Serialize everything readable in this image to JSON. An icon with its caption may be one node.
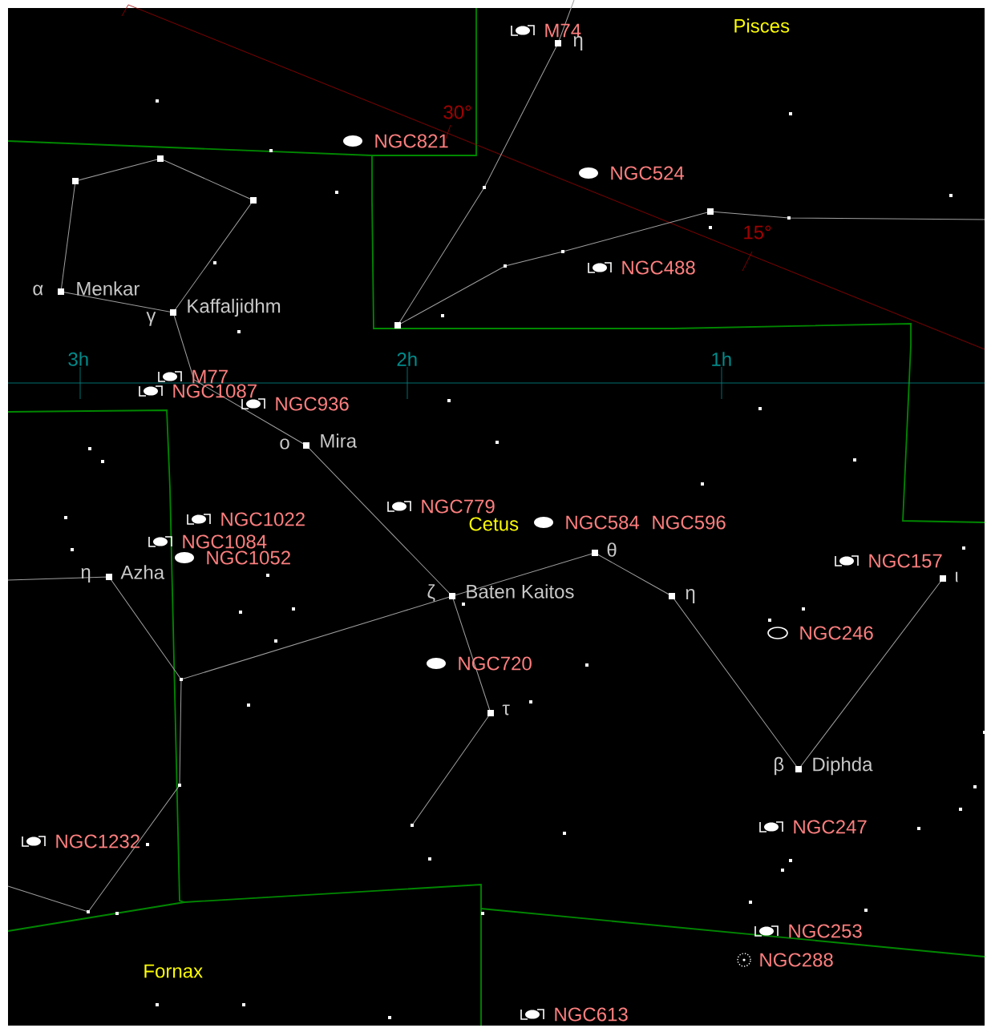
{
  "diagram": {
    "labels": [
      "M74",
      "Pisces",
      "η",
      "30°",
      "NGC821",
      "NGC524",
      "15°",
      "NGC488",
      "α",
      "Menkar",
      "γ",
      "Kaffaljidhm",
      "3h",
      "2h",
      "1h",
      "M77",
      "NGC1087",
      "NGC936",
      "ο",
      "Mira",
      "NGC1022",
      "NGC779",
      "Cetus",
      "NGC584",
      "NGC596",
      "NGC1084",
      "NGC1052",
      "θ",
      "η",
      "Azha",
      "NGC157",
      "ι",
      "ζ",
      "Baten Kaitos",
      "η",
      "NGC720",
      "NGC246",
      "τ",
      "β",
      "Diphda",
      "NGC247",
      "NGC1232",
      "NGC253",
      "NGC288",
      "Fornax",
      "NGC613"
    ]
  }
}
